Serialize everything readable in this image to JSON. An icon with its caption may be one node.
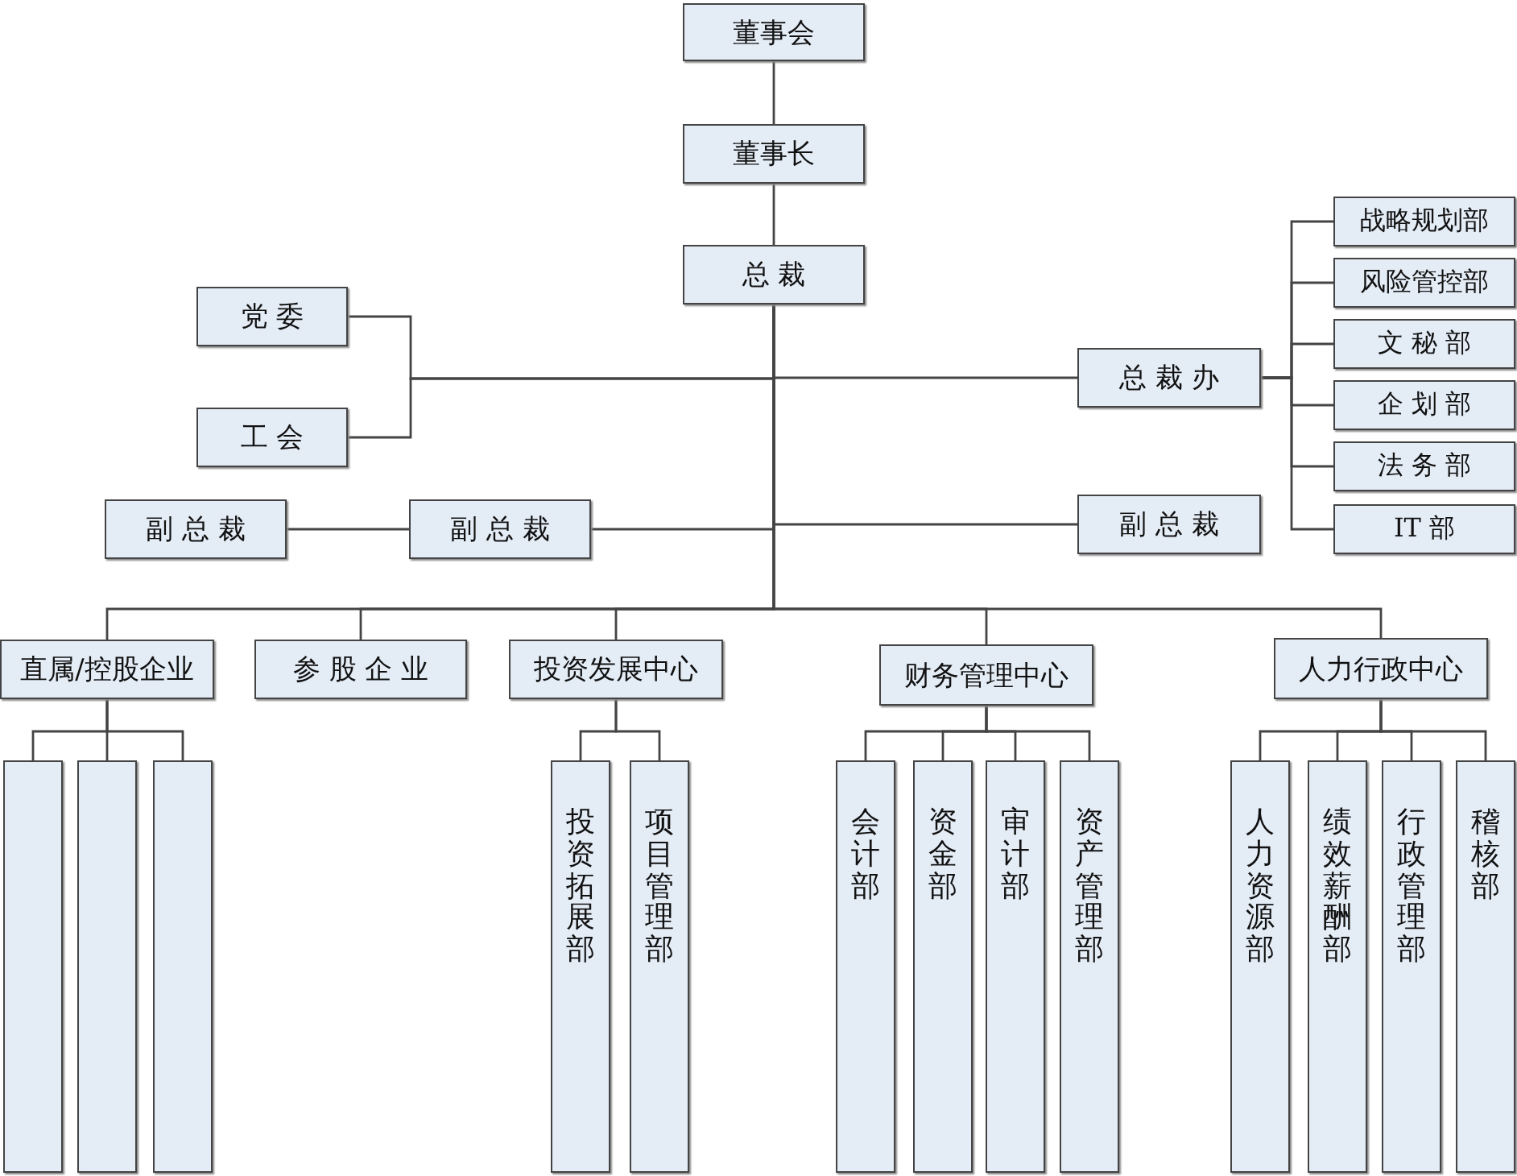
{
  "diagram": {
    "nodes": [
      {
        "text": [
          "董事会"
        ]
      },
      {
        "text": [
          "董事长"
        ]
      },
      {
        "text": [
          "总 裁"
        ]
      },
      {
        "text": [
          "党 委"
        ]
      },
      {
        "text": [
          "战略规划部"
        ]
      },
      {
        "text": [
          "风险管控部"
        ]
      },
      {
        "text": [
          "文 秘 部"
        ]
      },
      {
        "text": [
          "总 裁 办"
        ]
      },
      {
        "text": [
          "企 划 部"
        ]
      },
      {
        "text": [
          "工 会"
        ]
      },
      {
        "text": [
          "法 务 部"
        ]
      },
      {
        "text": [
          "副 总 裁"
        ]
      },
      {
        "text": [
          "副 总 裁"
        ]
      },
      {
        "text": [
          "副 总 裁"
        ]
      },
      {
        "text": [
          "IT 部"
        ]
      },
      {
        "text": [
          "直属/控股企业"
        ]
      },
      {
        "text": [
          "参 股 企 业"
        ]
      },
      {
        "text": [
          "投资发展中心"
        ]
      },
      {
        "text": [
          "财务管理中心"
        ]
      },
      {
        "text": [
          "人力行政中心"
        ]
      },
      {
        "text": [],
        "shape": "box"
      },
      {
        "text": [],
        "shape": "box"
      },
      {
        "text": [],
        "shape": "box"
      },
      {
        "text": [
          "投资拓展部"
        ]
      },
      {
        "text": [
          "项目管理部"
        ]
      },
      {
        "text": [
          "会计部"
        ]
      },
      {
        "text": [
          "资金部"
        ]
      },
      {
        "text": [
          "审计部"
        ]
      },
      {
        "text": [
          "资产管理部"
        ]
      },
      {
        "text": [
          "人力资源部"
        ]
      },
      {
        "text": [
          "绩效薪酬部"
        ]
      },
      {
        "text": [
          "行政管理部"
        ]
      },
      {
        "text": [
          "稽核部"
        ]
      }
    ],
    "edges": [
      {
        "from": 0,
        "to": 1,
        "arrow": "none"
      },
      {
        "from": 1,
        "to": 2,
        "arrow": "none"
      },
      {
        "from": 2,
        "to": 3,
        "arrow": "none"
      },
      {
        "from": 2,
        "to": 9,
        "arrow": "none"
      },
      {
        "from": 2,
        "to": 7,
        "arrow": "none"
      },
      {
        "from": 2,
        "to": 12,
        "arrow": "none"
      },
      {
        "from": 2,
        "to": 13,
        "arrow": "none"
      },
      {
        "from": 2,
        "to": 15,
        "arrow": "none"
      },
      {
        "from": 2,
        "to": 16,
        "arrow": "none"
      },
      {
        "from": 2,
        "to": 17,
        "arrow": "none"
      },
      {
        "from": 2,
        "to": 18,
        "arrow": "none"
      },
      {
        "from": 2,
        "to": 19,
        "arrow": "none"
      },
      {
        "from": 12,
        "to": 11,
        "arrow": "none"
      },
      {
        "from": 7,
        "to": 4,
        "arrow": "none"
      },
      {
        "from": 7,
        "to": 5,
        "arrow": "none"
      },
      {
        "from": 7,
        "to": 6,
        "arrow": "none"
      },
      {
        "from": 7,
        "to": 8,
        "arrow": "none"
      },
      {
        "from": 7,
        "to": 10,
        "arrow": "none"
      },
      {
        "from": 7,
        "to": 14,
        "arrow": "none"
      },
      {
        "from": 15,
        "to": 20,
        "arrow": "none"
      },
      {
        "from": 15,
        "to": 21,
        "arrow": "none"
      },
      {
        "from": 15,
        "to": 22,
        "arrow": "none"
      },
      {
        "from": 17,
        "to": 23,
        "arrow": "none"
      },
      {
        "from": 17,
        "to": 24,
        "arrow": "none"
      },
      {
        "from": 18,
        "to": 25,
        "arrow": "none"
      },
      {
        "from": 18,
        "to": 26,
        "arrow": "none"
      },
      {
        "from": 18,
        "to": 27,
        "arrow": "none"
      },
      {
        "from": 18,
        "to": 28,
        "arrow": "none"
      },
      {
        "from": 19,
        "to": 29,
        "arrow": "none"
      },
      {
        "from": 19,
        "to": 30,
        "arrow": "none"
      },
      {
        "from": 19,
        "to": 31,
        "arrow": "none"
      },
      {
        "from": 19,
        "to": 32,
        "arrow": "none"
      }
    ]
  }
}
